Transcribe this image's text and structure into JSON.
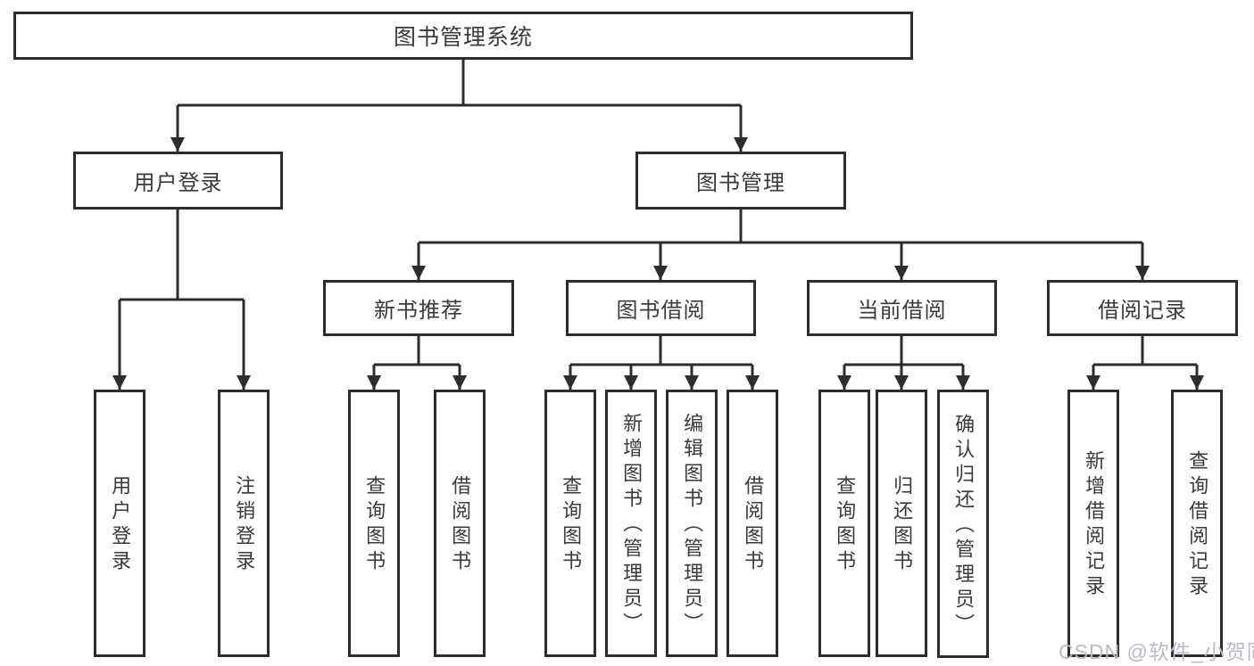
{
  "colors": {
    "line": "#2d2d2d",
    "box_border": "#2d2d2d",
    "text": "#3a3a3a",
    "watermark": "#b9bcc3",
    "background": "#ffffff"
  },
  "watermark": {
    "text": "CSDN @软件_小贺同学"
  },
  "diagram": {
    "root": "图书管理系统",
    "branches": [
      {
        "label": "用户登录",
        "children": [
          "用户登录",
          "注销登录"
        ]
      },
      {
        "label": "图书管理",
        "groups": [
          {
            "label": "新书推荐",
            "children": [
              "查询图书",
              "借阅图书"
            ]
          },
          {
            "label": "图书借阅",
            "children": [
              "查询图书",
              "新增图书（管理员）",
              "编辑图书（管理员）",
              "借阅图书"
            ]
          },
          {
            "label": "当前借阅",
            "children": [
              "查询图书",
              "归还图书",
              "确认归还（管理员）"
            ]
          },
          {
            "label": "借阅记录",
            "children": [
              "新增借阅记录",
              "查询借阅记录"
            ]
          }
        ]
      }
    ]
  }
}
